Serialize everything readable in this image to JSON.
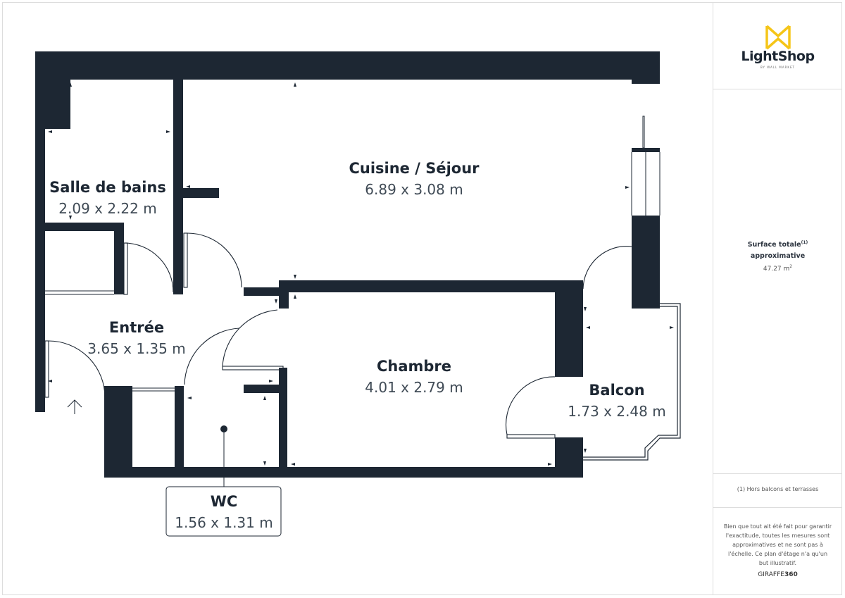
{
  "rooms": {
    "salle_de_bains": {
      "name": "Salle de bains",
      "dims": "2.09 x 2.22 m"
    },
    "cuisine_sejour": {
      "name": "Cuisine / Séjour",
      "dims": "6.89 x 3.08 m"
    },
    "entree": {
      "name": "Entrée",
      "dims": "3.65 x 1.35 m"
    },
    "chambre": {
      "name": "Chambre",
      "dims": "4.01 x 2.79 m"
    },
    "balcon": {
      "name": "Balcon",
      "dims": "1.73 x 2.48 m"
    },
    "wc": {
      "name": "WC",
      "dims": "1.56 x 1.31 m"
    }
  },
  "sidebar": {
    "brand": "LightShop",
    "brand_sub": "BY WALL MARKET",
    "surface_label_line1": "Surface totale",
    "surface_label_sup": "(1)",
    "surface_label_line2": "approximative",
    "surface_value": "47.27 m",
    "surface_value_sup": "2",
    "note": "(1) Hors balcons et terrasses",
    "disclaimer": "Bien que tout ait été fait pour garantir l'exactitude, toutes les mesures sont approximatives et ne sont pas à l'échelle. Ce plan d'étage n'a qu'un but illustratif.",
    "footer_brand_light": "GIRAFFE",
    "footer_brand_bold": "360"
  },
  "colors": {
    "wall": "#1d2733",
    "accent": "#f5c518",
    "text": "#3c444c"
  },
  "icons": {
    "logo": "lightshop-logo-icon",
    "entrance": "entrance-arrow-icon"
  }
}
